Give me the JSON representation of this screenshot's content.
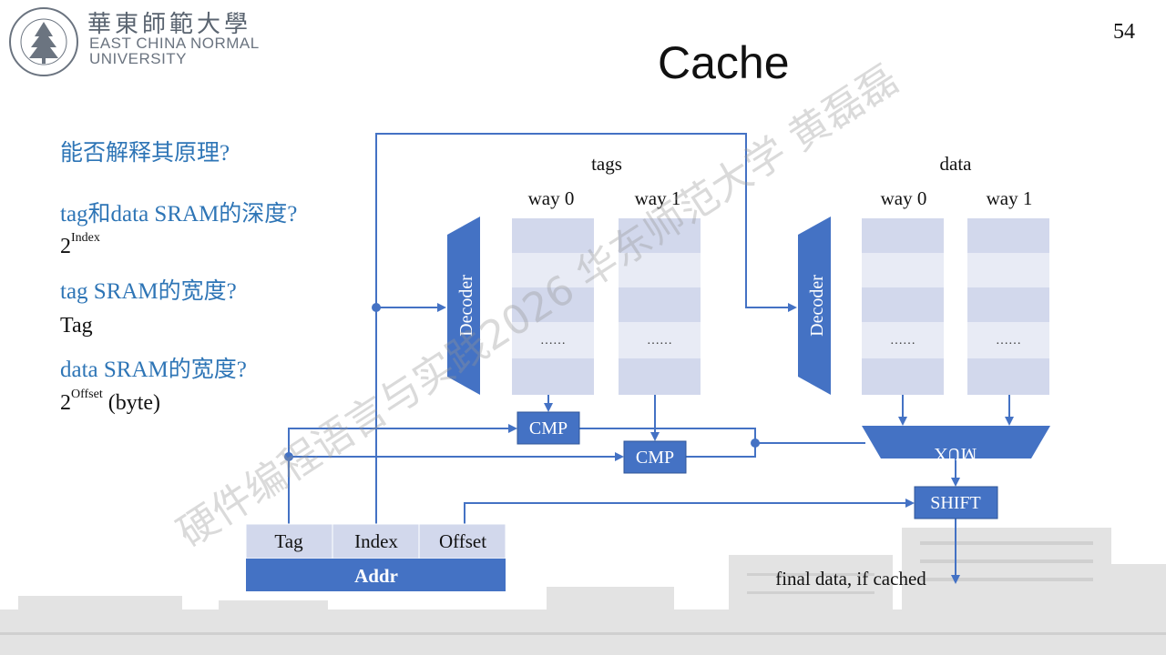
{
  "header": {
    "logo_cn": "華東師範大學",
    "logo_en_line1": "EAST CHINA NORMAL",
    "logo_en_line2": "UNIVERSITY",
    "page_number": "54",
    "title": "Cache"
  },
  "questions": {
    "q1": "能否解释其原理?",
    "q2": "tag和data SRAM的深度?",
    "a2_base": "2",
    "a2_sup": "Index",
    "q3": "tag SRAM的宽度?",
    "a3": "Tag",
    "q4": "data SRAM的宽度?",
    "a4_base": "2",
    "a4_sup": "Offset",
    "a4_suffix": " (byte)"
  },
  "diagram": {
    "tags_label": "tags",
    "data_label": "data",
    "way0": "way 0",
    "way1": "way 1",
    "decoder": "Decoder",
    "ellipsis": "……",
    "cmp": "CMP",
    "mux": "MUX",
    "shift": "SHIFT",
    "addr_tag": "Tag",
    "addr_index": "Index",
    "addr_offset": "Offset",
    "addr": "Addr",
    "final": "final data, if cached"
  },
  "watermark": "硬件编程语言与实践2026 华东师范大学 黄磊磊",
  "colors": {
    "accent": "#4472c4",
    "cell_dark": "#d2d8ec",
    "cell_light": "#e8ebf5",
    "question": "#2e75b6"
  }
}
